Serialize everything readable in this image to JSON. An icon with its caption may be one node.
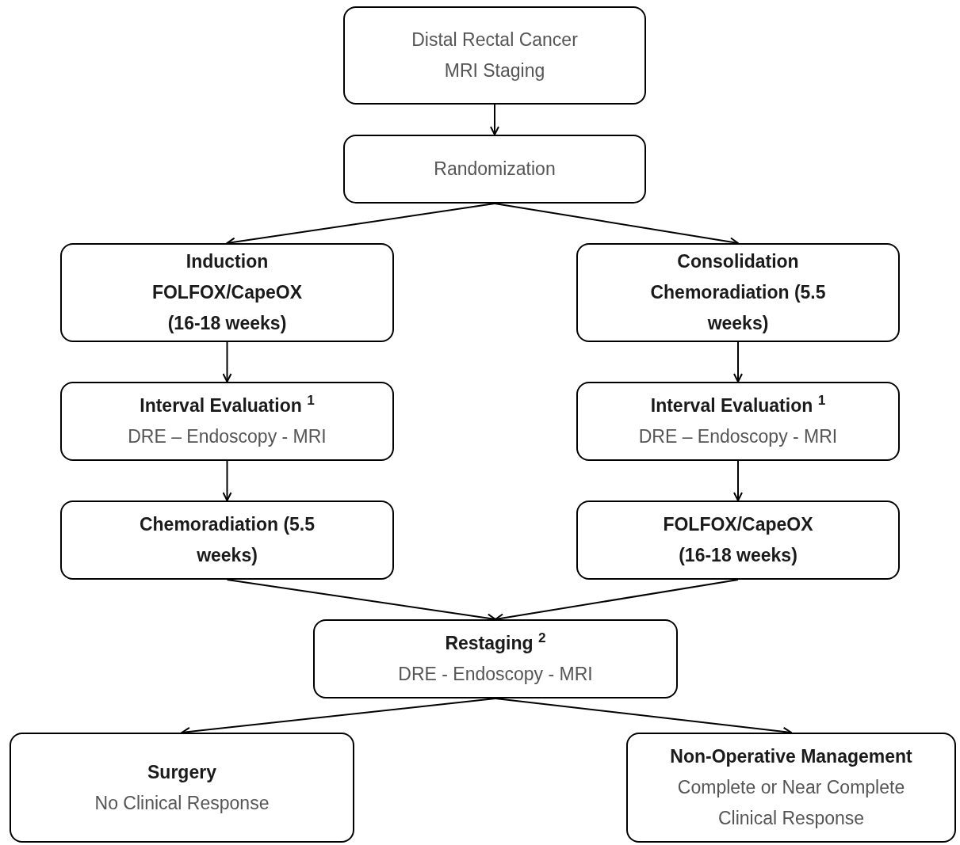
{
  "diagram": {
    "nodes": [
      {
        "text": [
          "Distal Rectal Cancer",
          "MRI Staging"
        ]
      },
      {
        "text": [
          "Randomization"
        ]
      },
      {
        "text": [
          "Induction",
          "FOLFOX/CapeOX (16-18 weeks)"
        ]
      },
      {
        "text": [
          "Consolidation",
          "Chemoradiation (5.5 weeks)"
        ]
      },
      {
        "text": [
          "Interval Evaluation $^{1}$",
          "DRE – Endoscopy - MRI"
        ]
      },
      {
        "text": [
          "Interval Evaluation $^{1}$",
          "DRE – Endoscopy - MRI"
        ]
      },
      {
        "text": [
          "Chemoradiation (5.5 weeks)"
        ]
      },
      {
        "text": [
          "FOLFOX/CapeOX (16-18 weeks)"
        ]
      },
      {
        "text": [
          "Restaging $^{2}$",
          "DRE - Endoscopy - MRI"
        ]
      },
      {
        "text": [
          "Surgery",
          "No Clinical Response"
        ]
      },
      {
        "text": [
          "Non-Operative Management",
          "Complete or Near Complete Clinical Response"
        ]
      }
    ],
    "edges": [
      {
        "from": 0,
        "to": 1,
        "arrow": "to"
      },
      {
        "from": 1,
        "to": 2,
        "arrow": "to"
      },
      {
        "from": 1,
        "to": 3,
        "arrow": "to"
      },
      {
        "from": 2,
        "to": 4,
        "arrow": "to"
      },
      {
        "from": 3,
        "to": 5,
        "arrow": "to"
      },
      {
        "from": 4,
        "to": 6,
        "arrow": "to"
      },
      {
        "from": 5,
        "to": 7,
        "arrow": "to"
      },
      {
        "from": 6,
        "to": 8,
        "arrow": "to"
      },
      {
        "from": 7,
        "to": 8,
        "arrow": "to"
      },
      {
        "from": 8,
        "to": 9,
        "arrow": "to"
      },
      {
        "from": 8,
        "to": 10,
        "arrow": "to"
      }
    ]
  }
}
